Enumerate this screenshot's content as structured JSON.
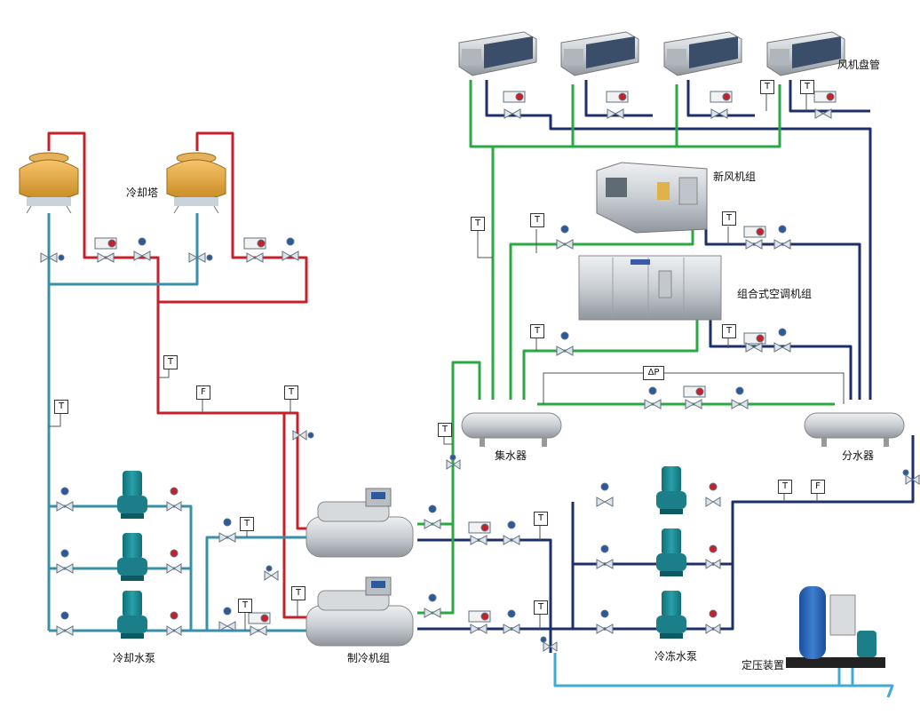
{
  "labels": {
    "fan_coil": "风机盘管",
    "fresh_air_unit": "新风机组",
    "ahu": "组合式空调机组",
    "cooling_tower": "冷却塔",
    "collector": "集水器",
    "distributor": "分水器",
    "chiller": "制冷机组",
    "cooling_pump": "冷却水泵",
    "chilled_pump": "冷冻水泵",
    "pressurizer": "定压装置"
  },
  "tags": {
    "t": "T",
    "f": "F",
    "dp": "ΔP"
  },
  "colors": {
    "cooling_supply": "#c8202a",
    "cooling_return": "#3a8fa8",
    "chilled_supply": "#1c2f6b",
    "chilled_return": "#2aa843",
    "makeup": "#3fa9d8",
    "sensor_line": "#555555"
  }
}
